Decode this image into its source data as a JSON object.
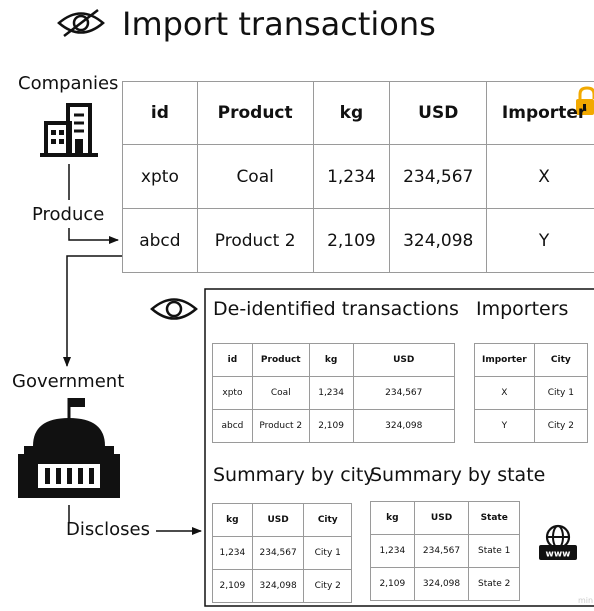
{
  "title": "Import transactions",
  "companies_label": "Companies",
  "produce_label": "Produce",
  "government_label": "Government",
  "discloses_label": "Discloses",
  "icons": {
    "hidden": "eye-slash-icon",
    "lock": "lock-icon",
    "companies": "office-building-icon",
    "government": "government-building-icon",
    "eye": "eye-icon",
    "web": "www-globe-icon"
  },
  "colors": {
    "lock": "#f2a900",
    "line": "#9a9a9a",
    "text": "#111111"
  },
  "transactions": {
    "headers": [
      "id",
      "Product",
      "kg",
      "USD",
      "Importer"
    ],
    "rows": [
      [
        "xpto",
        "Coal",
        "1,234",
        "234,567",
        "X"
      ],
      [
        "abcd",
        "Product 2",
        "2,109",
        "324,098",
        "Y"
      ]
    ]
  },
  "deidentified": {
    "title": "De-identified transactions",
    "headers": [
      "id",
      "Product",
      "kg",
      "USD"
    ],
    "rows": [
      [
        "xpto",
        "Coal",
        "1,234",
        "234,567"
      ],
      [
        "abcd",
        "Product 2",
        "2,109",
        "324,098"
      ]
    ]
  },
  "importers": {
    "title": "Importers",
    "headers": [
      "Importer",
      "City"
    ],
    "rows": [
      [
        "X",
        "City 1"
      ],
      [
        "Y",
        "City 2"
      ]
    ]
  },
  "summary_city": {
    "title": "Summary by city",
    "headers": [
      "kg",
      "USD",
      "City"
    ],
    "rows": [
      [
        "1,234",
        "234,567",
        "City 1"
      ],
      [
        "2,109",
        "324,098",
        "City 2"
      ]
    ]
  },
  "summary_state": {
    "title": "Summary by state",
    "headers": [
      "kg",
      "USD",
      "State"
    ],
    "rows": [
      [
        "1,234",
        "234,567",
        "State 1"
      ],
      [
        "2,109",
        "324,098",
        "State 2"
      ]
    ]
  },
  "watermark": "min"
}
